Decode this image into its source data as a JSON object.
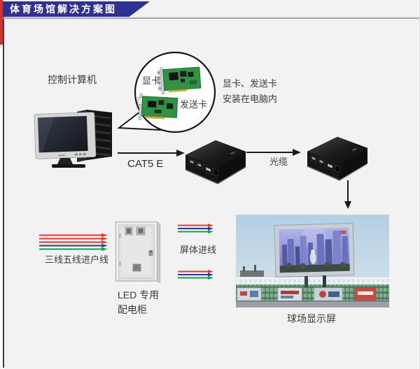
{
  "header": {
    "title": "体育场馆解决方案图"
  },
  "colors": {
    "banner_blue": "#2e3192",
    "accent_red": "#d2342b",
    "wire_red": "#e8372c",
    "wire_blue": "#2b3990",
    "wire_green": "#00a551",
    "arrow_black": "#1a1a1a",
    "background": "#f3f2f2",
    "text": "#3a3a3a"
  },
  "nodes": {
    "computer": {
      "label": "控制计算机"
    },
    "cards_bubble": {
      "gpu_label": "显卡",
      "sender_label": "发送卡",
      "note_line1": "显卡、发送卡",
      "note_line2": "安装在电脑内"
    },
    "cabinet": {
      "label_line1": "LED 专用",
      "label_line2": "配电柜"
    },
    "led_screen": {
      "caption": "球场显示屏"
    }
  },
  "edges": {
    "cat5": {
      "label": "CAT5 E"
    },
    "fiber": {
      "label": "光缆"
    },
    "entry_wires": {
      "label": "三线五线进户线",
      "wires": [
        "red",
        "red",
        "red",
        "blue",
        "green"
      ]
    },
    "screen_wires": {
      "label": "屏体进线",
      "wires": [
        "red",
        "blue",
        "green"
      ]
    }
  }
}
